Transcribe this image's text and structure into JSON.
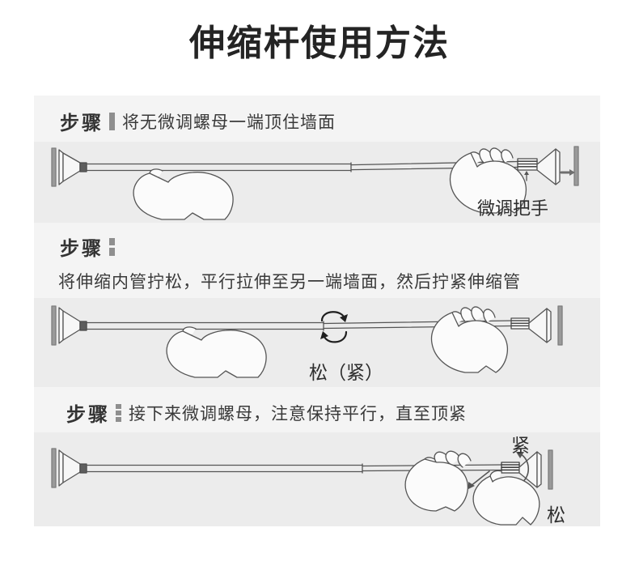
{
  "page": {
    "title": "伸缩杆使用方法",
    "background_color": "#ffffff",
    "panel_color": "#f4f4f4",
    "illustration_band_color": "#ececec",
    "title_color": "#242424",
    "line_art_color": "#555555"
  },
  "steps": [
    {
      "step_word": "步骤",
      "marker_segments": 1,
      "heading": "将无微调螺母一端顶住墙面",
      "sub_heading": "",
      "illustration": {
        "name": "telescopic-rod-step1",
        "labels": [
          {
            "text": "微调把手",
            "role": "fine-adjust-handle-label"
          }
        ],
        "arrows": [
          {
            "role": "push-to-wall-arrow",
            "direction": "right"
          },
          {
            "role": "handle-pointer-arrow",
            "direction": "up"
          }
        ],
        "parts": [
          "wall-plate-left",
          "flange-left",
          "rod-outer",
          "rod-inner",
          "threaded-nut-right",
          "flange-right",
          "wall-plate-right",
          "hand-left",
          "hand-right"
        ]
      }
    },
    {
      "step_word": "步骤",
      "marker_segments": 2,
      "heading": "",
      "sub_heading": "将伸缩内管拧松，平行拉伸至另一端墙面，然后拧紧伸缩管",
      "illustration": {
        "name": "telescopic-rod-step2",
        "labels": [
          {
            "text": "松（紧）",
            "role": "loosen-tighten-label"
          }
        ],
        "arrows": [
          {
            "role": "rotate-arrow-upper",
            "direction": "clockwise"
          },
          {
            "role": "rotate-arrow-lower",
            "direction": "counter-clockwise"
          }
        ],
        "parts": [
          "wall-plate-left",
          "flange-left",
          "rod-outer",
          "rod-inner",
          "threaded-nut-right",
          "flange-right",
          "wall-plate-right",
          "hand-left",
          "hand-right"
        ]
      }
    },
    {
      "step_word": "步骤",
      "marker_segments": 3,
      "heading": "接下来微调螺母，注意保持平行，直至顶紧",
      "sub_heading": "",
      "illustration": {
        "name": "telescopic-rod-step3",
        "labels": [
          {
            "text": "紧",
            "role": "tighten-label"
          },
          {
            "text": "松",
            "role": "loosen-label"
          }
        ],
        "arrows": [
          {
            "role": "nut-rotation-arrow",
            "direction": "clockwise"
          },
          {
            "role": "hand-push-arrow",
            "direction": "down-left"
          }
        ],
        "parts": [
          "wall-plate-left",
          "flange-left",
          "rod-outer",
          "rod-inner",
          "threaded-nut-right",
          "flange-right",
          "wall-plate-right",
          "hand-upper",
          "hand-lower"
        ]
      }
    }
  ]
}
